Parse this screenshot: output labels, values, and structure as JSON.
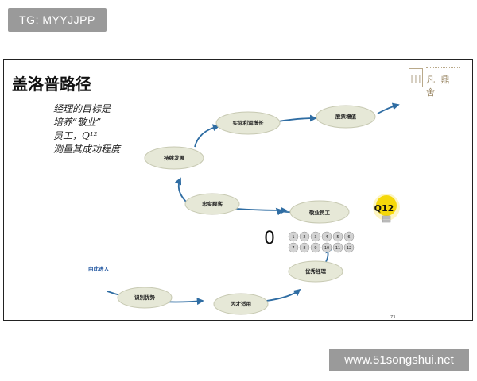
{
  "tg_badge": "TG: MYYJJPP",
  "watermark": "www.51songshui.net",
  "slide": {
    "title": "盖洛普路径",
    "desc_lines": [
      "经理的目标是",
      "培养“敬业”",
      "员工，Q¹²",
      "测量其成功程度"
    ],
    "logo_text": "凡 鼎 舍",
    "page_number": "73",
    "entry_label": "由此进入",
    "zero_glyph": "0",
    "q12_label": "Q12"
  },
  "diagram": {
    "nodes": [
      {
        "id": "shibie",
        "label": "识别优势"
      },
      {
        "id": "yongren",
        "label": "因才适用"
      },
      {
        "id": "jingli",
        "label": "优秀经理"
      },
      {
        "id": "jingye",
        "label": "敬业员工"
      },
      {
        "id": "zhongshi",
        "label": "忠实顾客"
      },
      {
        "id": "chixu",
        "label": "持续发展"
      },
      {
        "id": "lirun",
        "label": "实际利润增长"
      },
      {
        "id": "gupiao",
        "label": "股票增值"
      }
    ],
    "q_grid": [
      "1",
      "2",
      "3",
      "4",
      "5",
      "6",
      "7",
      "8",
      "9",
      "10",
      "11",
      "12"
    ]
  },
  "colors": {
    "arrow": "#2f6da3",
    "node_fill": "#e6e8d7",
    "node_stroke": "#c7c9b2",
    "bulb": "#f5d80a",
    "grid_circle": "#d3d3d3"
  }
}
